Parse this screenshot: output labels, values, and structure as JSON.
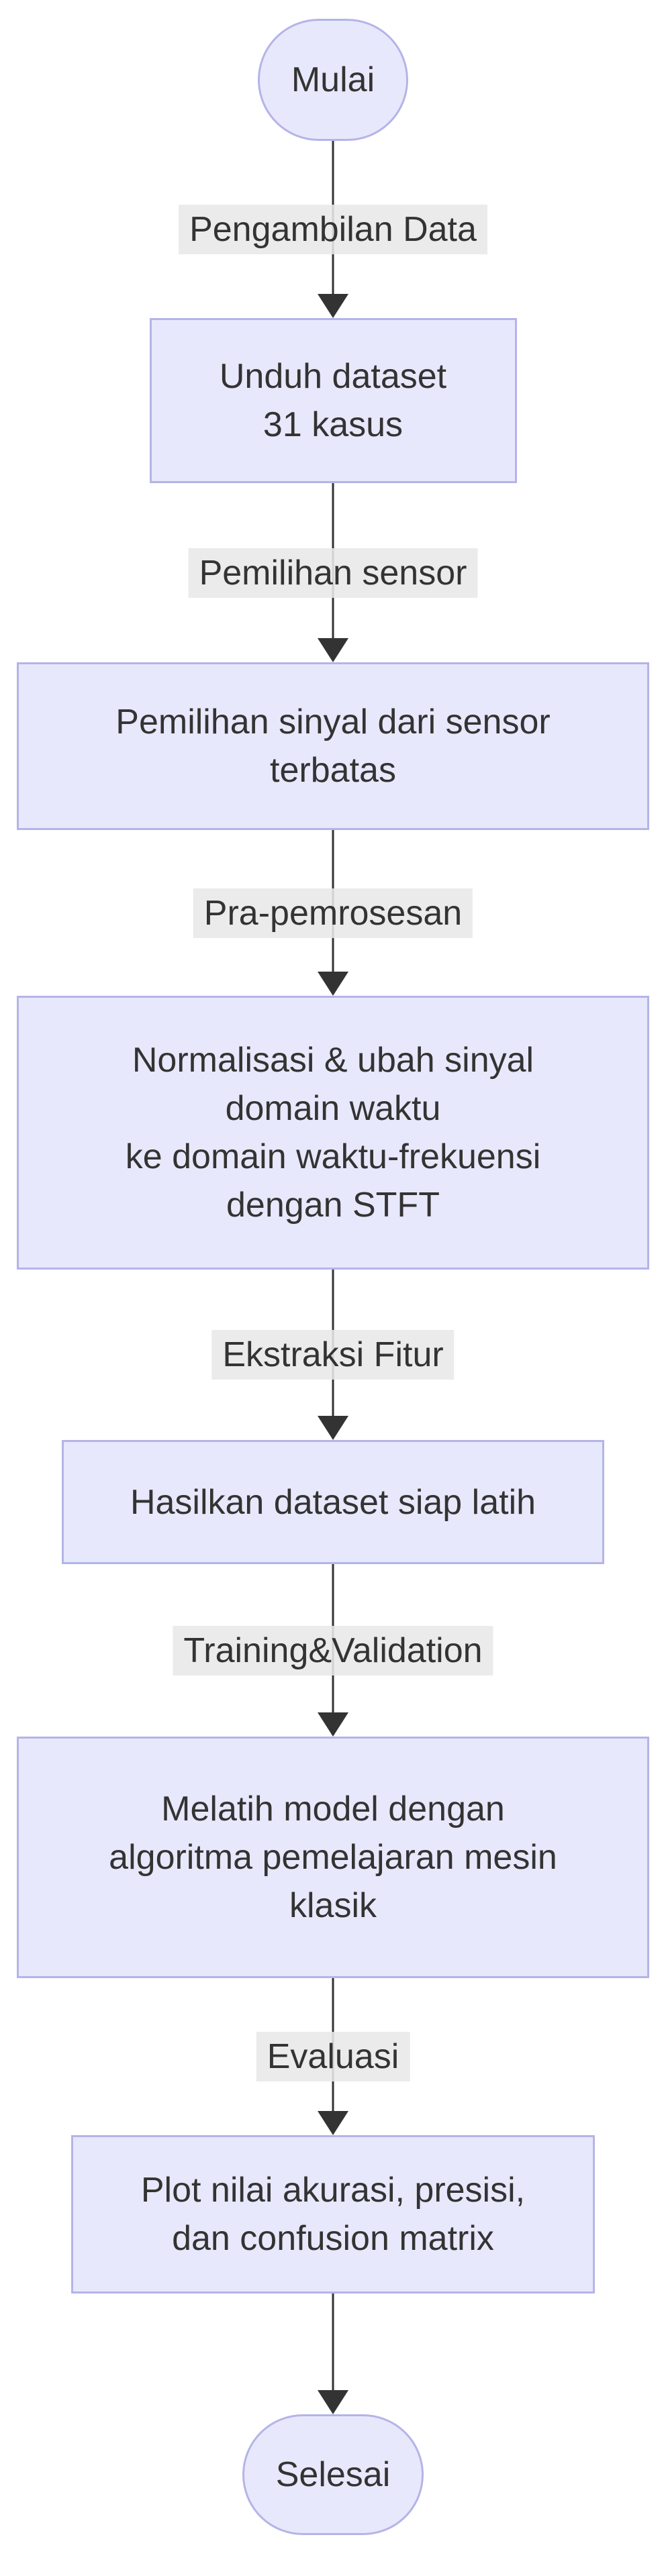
{
  "flow": {
    "background": "#ffffff",
    "palette": {
      "node_fill": "#e8e8fc",
      "node_border": "#b4b4e8",
      "node_text": "#333333",
      "edge_line": "#333333",
      "edge_label_bg": "#e8e8e8",
      "edge_label_text": "#333333"
    },
    "nodes": [
      {
        "id": "start",
        "shape": "stadium",
        "lines": [
          "Mulai"
        ]
      },
      {
        "id": "unduh-dataset",
        "shape": "rect",
        "lines": [
          "Unduh dataset",
          "31 kasus"
        ]
      },
      {
        "id": "pemilihan-sinyal",
        "shape": "rect",
        "lines": [
          "Pemilihan sinyal dari sensor",
          "terbatas"
        ]
      },
      {
        "id": "normalisasi-stft",
        "shape": "rect",
        "lines": [
          "Normalisasi & ubah sinyal",
          "domain waktu",
          "ke domain waktu-frekuensi",
          "dengan STFT"
        ]
      },
      {
        "id": "dataset-siap-latih",
        "shape": "rect",
        "lines": [
          "Hasilkan dataset siap latih"
        ]
      },
      {
        "id": "melatih-model",
        "shape": "rect",
        "lines": [
          "Melatih model dengan",
          "algoritma pemelajaran mesin",
          "klasik"
        ]
      },
      {
        "id": "plot-evaluasi",
        "shape": "rect",
        "lines": [
          "Plot nilai akurasi, presisi,",
          "dan confusion matrix"
        ]
      },
      {
        "id": "end",
        "shape": "stadium",
        "lines": [
          "Selesai"
        ]
      }
    ],
    "edges": [
      {
        "from": "start",
        "to": "unduh-dataset",
        "label": "Pengambilan Data"
      },
      {
        "from": "unduh-dataset",
        "to": "pemilihan-sinyal",
        "label": "Pemilihan sensor"
      },
      {
        "from": "pemilihan-sinyal",
        "to": "normalisasi-stft",
        "label": "Pra-pemrosesan"
      },
      {
        "from": "normalisasi-stft",
        "to": "dataset-siap-latih",
        "label": "Ekstraksi Fitur"
      },
      {
        "from": "dataset-siap-latih",
        "to": "melatih-model",
        "label": "Training&Validation"
      },
      {
        "from": "melatih-model",
        "to": "plot-evaluasi",
        "label": "Evaluasi"
      },
      {
        "from": "plot-evaluasi",
        "to": "end",
        "label": ""
      }
    ]
  }
}
